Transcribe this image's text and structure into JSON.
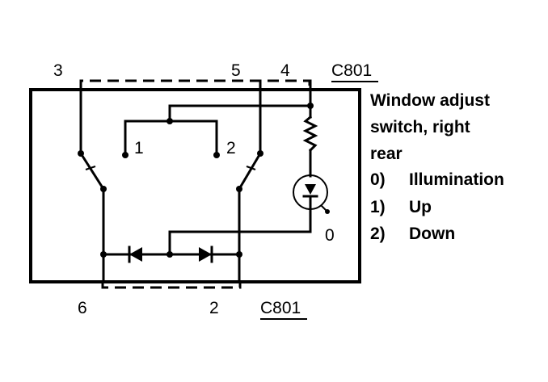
{
  "connectors": {
    "top": "C801",
    "bottom": "C801"
  },
  "pins": {
    "p3": "3",
    "p5": "5",
    "p4": "4",
    "p6": "6",
    "p2": "2",
    "sw1": "1",
    "sw2": "2",
    "lamp0": "0"
  },
  "description": {
    "line1": "Window adjust",
    "line2": "switch, right",
    "line3": "rear"
  },
  "legend": [
    {
      "key": "0)",
      "label": "Illumination"
    },
    {
      "key": "1)",
      "label": "Up"
    },
    {
      "key": "2)",
      "label": "Down"
    }
  ]
}
